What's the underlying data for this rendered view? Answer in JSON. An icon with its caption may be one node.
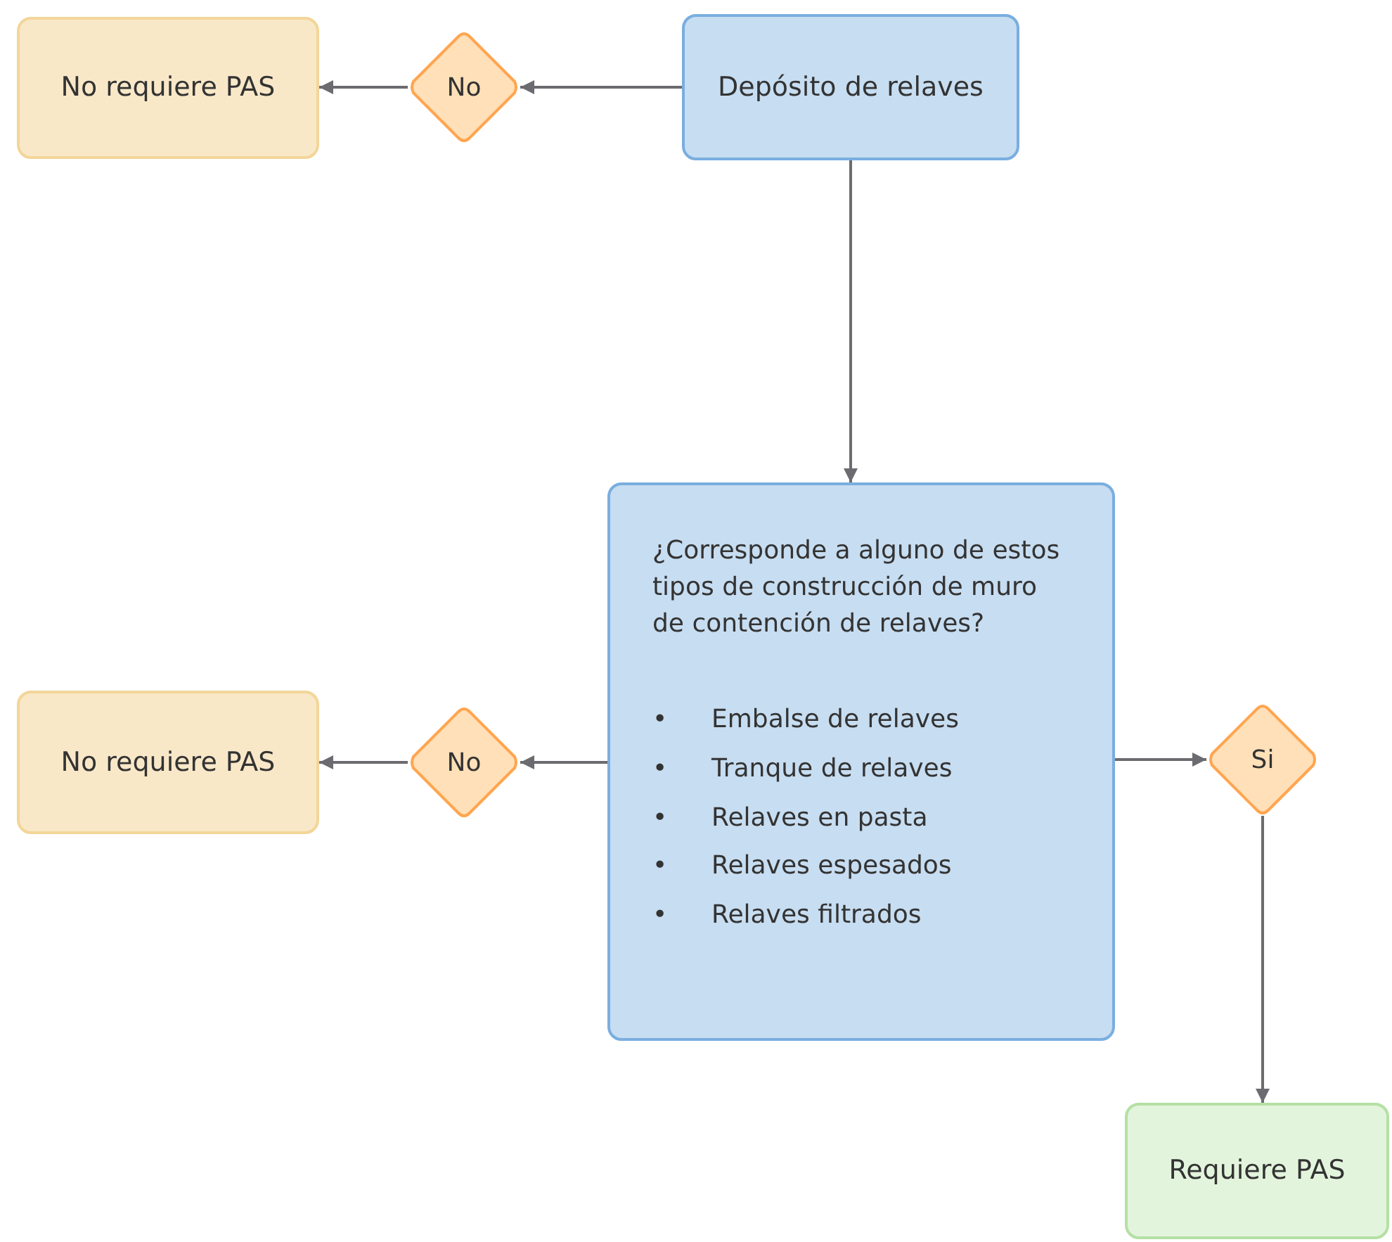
{
  "diagram": {
    "nodes": [
      {
        "text": [
          "Depósito de relaves"
        ]
      },
      {
        "text": [
          "No"
        ]
      },
      {
        "text": [
          "No requiere PAS"
        ]
      },
      {
        "text": [
          "¿Corresponde a alguno de estos tipos de construcción de muro de contención de relaves?",
          "•",
          "Embalse de relaves",
          "•",
          "Tranque de relaves",
          "•",
          "Relaves en pasta",
          "•",
          "Relaves espesados",
          "•",
          "Relaves filtrados"
        ]
      },
      {
        "text": [
          "No"
        ]
      },
      {
        "text": [
          "No requiere PAS"
        ]
      },
      {
        "text": [
          "Si"
        ]
      },
      {
        "text": [
          "Requiere PAS"
        ]
      }
    ],
    "edges": [
      {
        "from": 0,
        "to": 1,
        "arrow": "to"
      },
      {
        "from": 1,
        "to": 2,
        "arrow": "to"
      },
      {
        "from": 0,
        "to": 3,
        "arrow": "to"
      },
      {
        "from": 3,
        "to": 4,
        "arrow": "to"
      },
      {
        "from": 4,
        "to": 5,
        "arrow": "to"
      },
      {
        "from": 3,
        "to": 6,
        "arrow": "to"
      },
      {
        "from": 6,
        "to": 7,
        "arrow": "to"
      }
    ]
  }
}
